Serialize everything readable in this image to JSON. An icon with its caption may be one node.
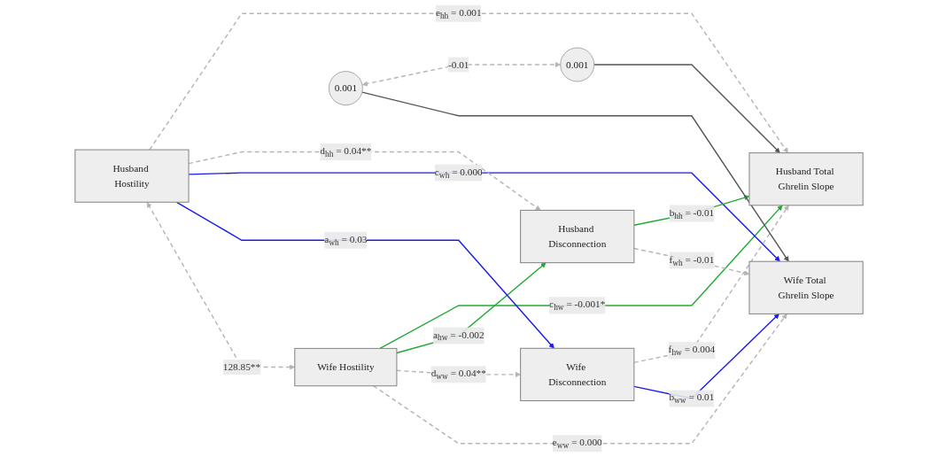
{
  "diagram": {
    "nodes": [
      {
        "text": [
          "Wife Hostility"
        ]
      },
      {
        "text": [
          "Wife Disconnection"
        ]
      },
      {
        "text": [
          "Wife Total Ghrelin Slope"
        ]
      },
      {
        "text": [
          "0.001"
        ]
      },
      {
        "text": [
          "Husband Disconnection"
        ]
      },
      {
        "text": [
          "Husband Hostility"
        ]
      },
      {
        "text": [
          "Husband Total Ghrelin Slope"
        ]
      },
      {
        "text": [
          "0.001"
        ]
      }
    ],
    "edges": [
      {
        "from": 5,
        "to": 0,
        "arrow": "both",
        "style": "dashed",
        "label": "128.85**"
      },
      {
        "from": 0,
        "to": 2,
        "arrow": "to",
        "style": "dashed",
        "label": "e$_{ww}$ = 0.000"
      },
      {
        "from": 0,
        "to": 1,
        "arrow": "to",
        "style": "dashed",
        "label": "d$_{ww}$ = 0.04**"
      },
      {
        "from": 0,
        "to": 4,
        "arrow": "to",
        "color": "#22aa33",
        "label": "a$_{hw}$ = -0.002"
      },
      {
        "from": 0,
        "to": 6,
        "arrow": "to",
        "color": "#22aa33",
        "label": "c$_{hw}$ = -0.001*"
      },
      {
        "from": 5,
        "to": 1,
        "arrow": "to",
        "color": "#1a1af0",
        "label": "a$_{wh}$ = 0.03"
      },
      {
        "from": 5,
        "to": 2,
        "arrow": "to",
        "color": "#1a1af0",
        "label": "c$_{wh}$ = 0.000"
      },
      {
        "from": 5,
        "to": 4,
        "arrow": "to",
        "style": "dashed",
        "label": "d$_{hh}$ = 0.04**"
      },
      {
        "from": 5,
        "to": 6,
        "arrow": "to",
        "style": "dashed",
        "label": "e$_{hh}$ = 0.001"
      },
      {
        "from": 1,
        "to": 2,
        "arrow": "to",
        "color": "#1a1af0",
        "label": "b$_{ww}$ = 0.01"
      },
      {
        "from": 1,
        "to": 6,
        "arrow": "to",
        "style": "dashed",
        "label": "f$_{hw}$ = 0.004"
      },
      {
        "from": 4,
        "to": 2,
        "arrow": "to",
        "style": "dashed",
        "label": "f$_{wh}$ = -0.01"
      },
      {
        "from": 4,
        "to": 6,
        "arrow": "to",
        "color": "#22aa33",
        "label": "b$_{hh}$ = -0.01"
      },
      {
        "from": 3,
        "to": 2,
        "arrow": "to",
        "color": "#555555"
      },
      {
        "from": 7,
        "to": 6,
        "arrow": "to",
        "color": "#555555"
      },
      {
        "from": 3,
        "to": 7,
        "arrow": "both",
        "style": "dashed",
        "label": "-0.01"
      }
    ]
  }
}
